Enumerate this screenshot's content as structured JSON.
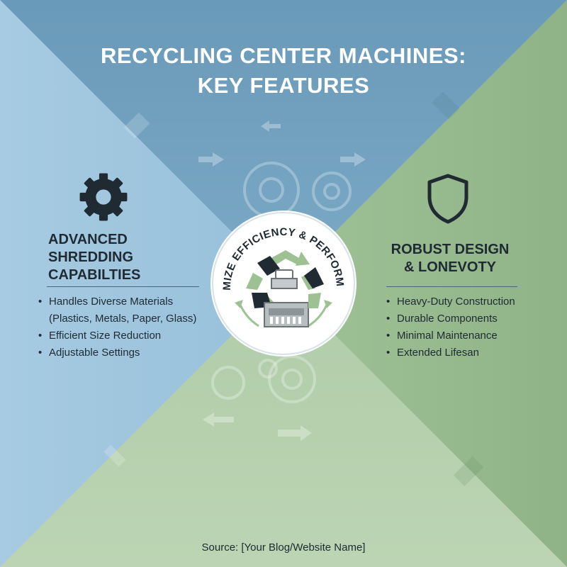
{
  "title": {
    "line1": "RECYCLING CENTER MACHINES:",
    "line2": "KEY FEATURES"
  },
  "badge": {
    "ring_text": "MAXIMIZE EFFICIENCY & PERFORMANCE",
    "icon": "recycle-machine-icon"
  },
  "left_panel": {
    "icon": "gear-icon",
    "heading_lines": [
      "ADVANCED",
      "SHREDDING",
      "CAPABILTIES"
    ],
    "items": [
      {
        "line1": "Handles Diverse Materials",
        "line2": "(Plastics, Metals, Paper, Glass)"
      },
      {
        "line1": "Efficient Size Reduction"
      },
      {
        "line1": "Adjustable Settings"
      }
    ]
  },
  "right_panel": {
    "icon": "shield-icon",
    "heading_lines": [
      "ROBUST DESIGN",
      "& LONEVOTY"
    ],
    "items": [
      "Heavy-Duty Construction",
      "Durable Components",
      "Minimal Maintenance",
      "Extended Lifesan"
    ]
  },
  "footer": {
    "source": "Source: [Your Blog/Website Name]"
  },
  "colors": {
    "top_quadrant": "#6f9fbf",
    "left_quadrant": "#9fc4dd",
    "right_quadrant": "#96b98f",
    "bottom_quadrant": "#b6cfae",
    "recycle_green": "#9dc193",
    "machine_dark": "#1f2a33"
  }
}
